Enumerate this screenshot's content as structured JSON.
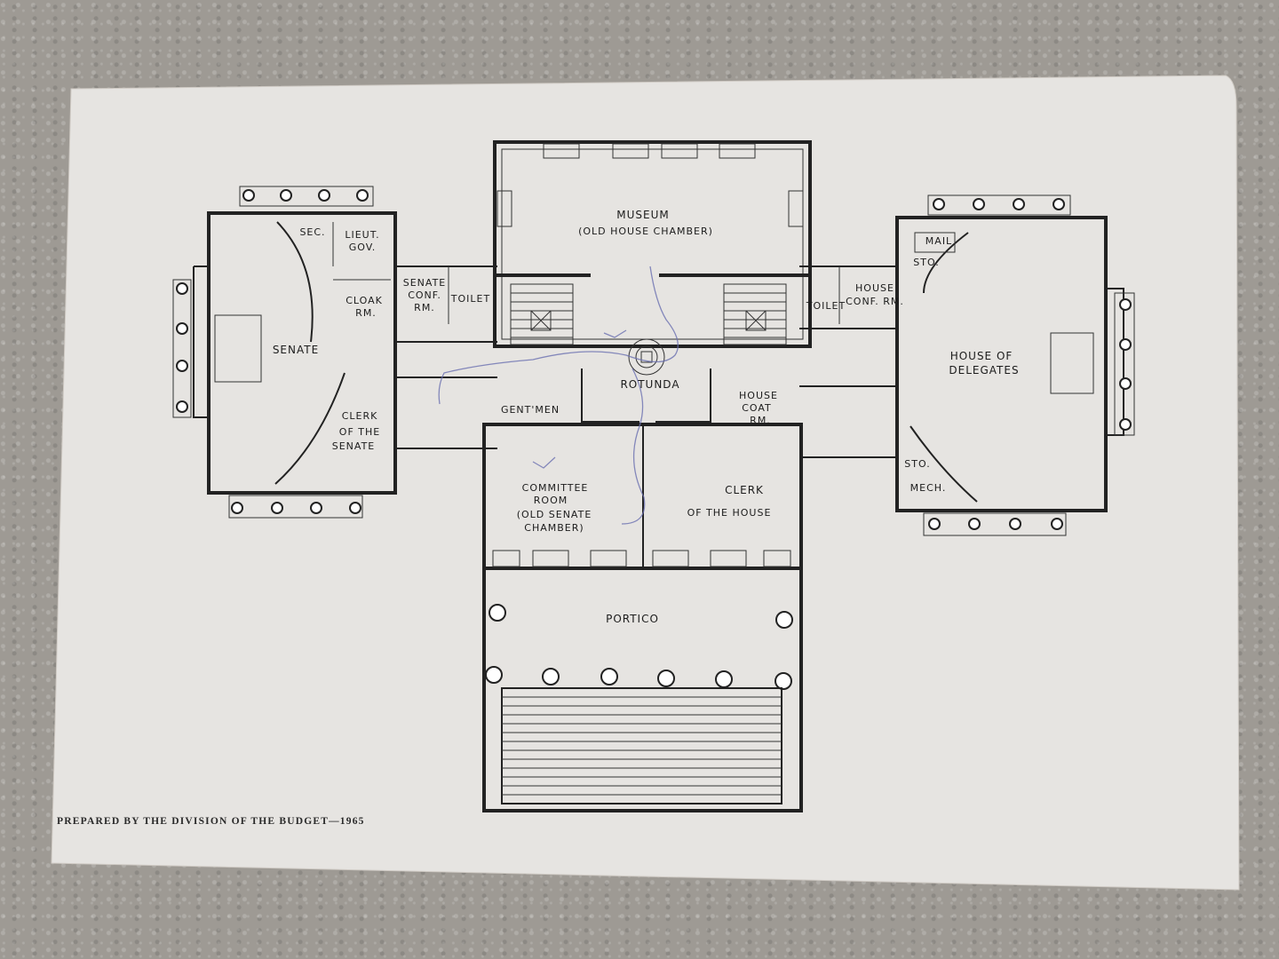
{
  "labels": {
    "museum": "MUSEUM",
    "museum_sub": "(OLD HOUSE CHAMBER)",
    "sec": "SEC.",
    "lieut_gov_1": "LIEUT.",
    "lieut_gov_2": "GOV.",
    "senate_conf_1": "SENATE",
    "senate_conf_2": "CONF.",
    "senate_conf_3": "RM.",
    "toilet_left": "TOILET",
    "cloak_1": "CLOAK",
    "cloak_2": "RM.",
    "senate": "SENATE",
    "rotunda": "ROTUNDA",
    "gentmen": "GENT'MEN",
    "clerk_senate_1": "CLERK",
    "clerk_senate_2": "OF THE",
    "clerk_senate_3": "SENATE",
    "committee_1": "COMMITTEE",
    "committee_2": "ROOM",
    "committee_3": "(OLD SENATE",
    "committee_4": "CHAMBER)",
    "house_coat_1": "HOUSE",
    "house_coat_2": "COAT",
    "house_coat_3": "RM.",
    "clerk_house_1": "CLERK",
    "clerk_house_2": "OF THE HOUSE",
    "toilet_right": "TOILET",
    "house_conf_1": "HOUSE",
    "house_conf_2": "CONF. RM.",
    "mail": "MAIL",
    "sto_top": "STO.",
    "house_delegates_1": "HOUSE OF",
    "house_delegates_2": "DELEGATES",
    "sto_bottom": "STO.",
    "mech": "MECH.",
    "portico": "PORTICO"
  },
  "footer": "PREPARED BY THE DIVISION OF THE BUDGET—1965",
  "colors": {
    "paper": "#e6e4e1",
    "ink": "#222222",
    "pen": "#6a6fb0",
    "countertop": "#9e9a94"
  }
}
